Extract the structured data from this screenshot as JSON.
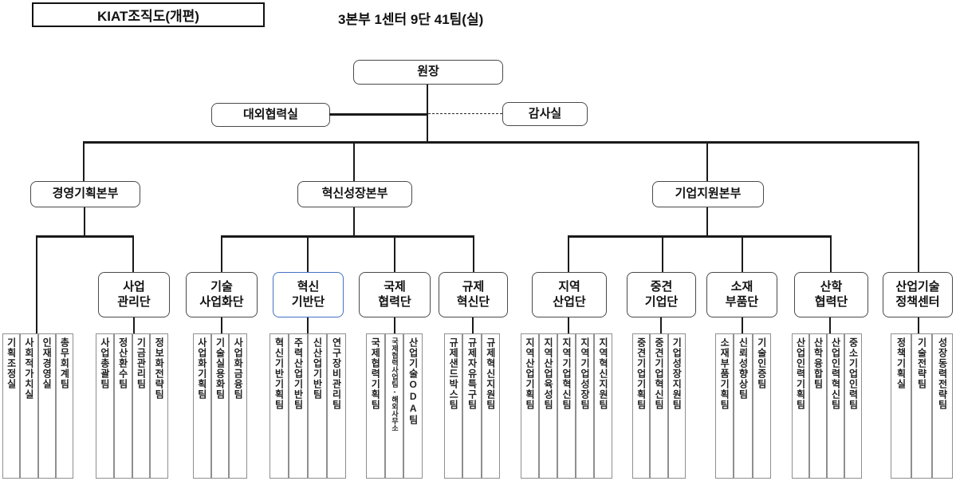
{
  "header": {
    "title": "KIAT조직도(개편)",
    "summary": "3본부 1센터 9단 41팀(실)"
  },
  "top_nodes": {
    "director": "원장",
    "external_cooperation": "대외협력실",
    "audit": "감사실"
  },
  "divisions": [
    {
      "label": "경영기획본부"
    },
    {
      "label": "혁신성장본부"
    },
    {
      "label": "기업지원본부"
    }
  ],
  "departments": [
    {
      "label": "사업\n관리단",
      "highlighted": false
    },
    {
      "label": "기술\n사업화단",
      "highlighted": false
    },
    {
      "label": "혁신\n기반단",
      "highlighted": true
    },
    {
      "label": "국제\n협력단",
      "highlighted": false
    },
    {
      "label": "규제\n혁신단",
      "highlighted": false
    },
    {
      "label": "지역\n산업단",
      "highlighted": false
    },
    {
      "label": "중견\n기업단",
      "highlighted": false
    },
    {
      "label": "소재\n부품단",
      "highlighted": false
    },
    {
      "label": "산학\n협력단",
      "highlighted": false
    },
    {
      "label": "산업기술\n정책센터",
      "highlighted": false
    }
  ],
  "team_groups": [
    {
      "parent": "경영기획본부",
      "teams": [
        "기획조정실",
        "사회적가치실",
        "인재경영실",
        "총무회계팀"
      ]
    },
    {
      "parent": "사업관리단",
      "teams": [
        "사업총괄팀",
        "정산환수팀",
        "기금관리팀",
        "정보화전략팀"
      ]
    },
    {
      "parent": "기술사업화단",
      "teams": [
        "사업화기획팀",
        "기술실용화팀",
        "사업화금융팀"
      ]
    },
    {
      "parent": "혁신기반단",
      "teams": [
        "혁신기반기획팀",
        "주력산업기반팀",
        "신산업기반팀",
        "연구장비관리팀"
      ]
    },
    {
      "parent": "국제협력단",
      "teams": [
        "국제협력기획팀",
        "국제협력사업팀-해외사무소",
        "산업기술ODA팀"
      ]
    },
    {
      "parent": "규제혁신단",
      "teams": [
        "규제샌드박스팀",
        "규제자유특구팀",
        "규제혁신지원팀"
      ]
    },
    {
      "parent": "지역산업단",
      "teams": [
        "지역산업기획팀",
        "지역산업육성팀",
        "지역기업혁신팀",
        "지역기업성장팀",
        "지역혁신지원팀"
      ]
    },
    {
      "parent": "중견기업단",
      "teams": [
        "중견기업기획팀",
        "중견기업혁신팀",
        "기업성장지원팀"
      ]
    },
    {
      "parent": "소재부품단",
      "teams": [
        "소재부품기획팀",
        "신뢰성향상팀",
        "기술인증팀"
      ]
    },
    {
      "parent": "산학협력단",
      "teams": [
        "산업인력기획팀",
        "산학융합팀",
        "산업인력혁신팀",
        "중소기업인력팀"
      ]
    },
    {
      "parent": "산업기술정책센터",
      "teams": [
        "정책기획실",
        "기술전략팀",
        "성장동력전략팀"
      ]
    }
  ],
  "colors": {
    "line": "#1a1a1a",
    "box_border": "#4a4a4a",
    "team_border": "#8f8f8f",
    "highlight_border": "#4472c4"
  }
}
